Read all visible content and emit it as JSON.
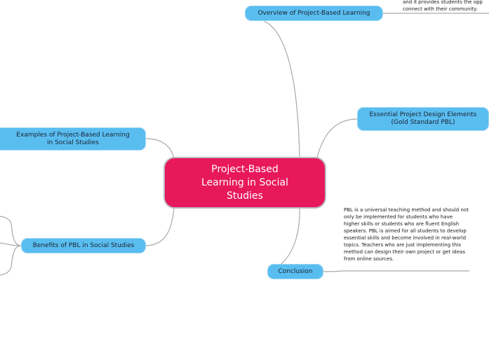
{
  "central": {
    "title": "Project-Based Learning in Social Studies"
  },
  "topics": {
    "overview": "Overview of Project-Based Learning",
    "design": "Essential Project Design Elements (Gold Standard PBL)",
    "examples": "Examples of Project-Based Learning in Social Studies",
    "benefits": "Benefits of PBL in Social Studies",
    "conclusion": "Conclusion"
  },
  "notes": {
    "overview": "and it provides students the opp connect with their community.",
    "conclusion": "PBL is a universal teaching method and should not only be implemented for students who have higher skills or students who are fluent English speakers. PBL is aimed for all students to develop essential skills and become involved in real-world topics. Teachers who are just implementing this method can design their own project or get ideas from online sources."
  },
  "colors": {
    "central_fill": "#e8185c",
    "topic_fill": "#59bdf0",
    "connector": "#a9a9a9"
  }
}
